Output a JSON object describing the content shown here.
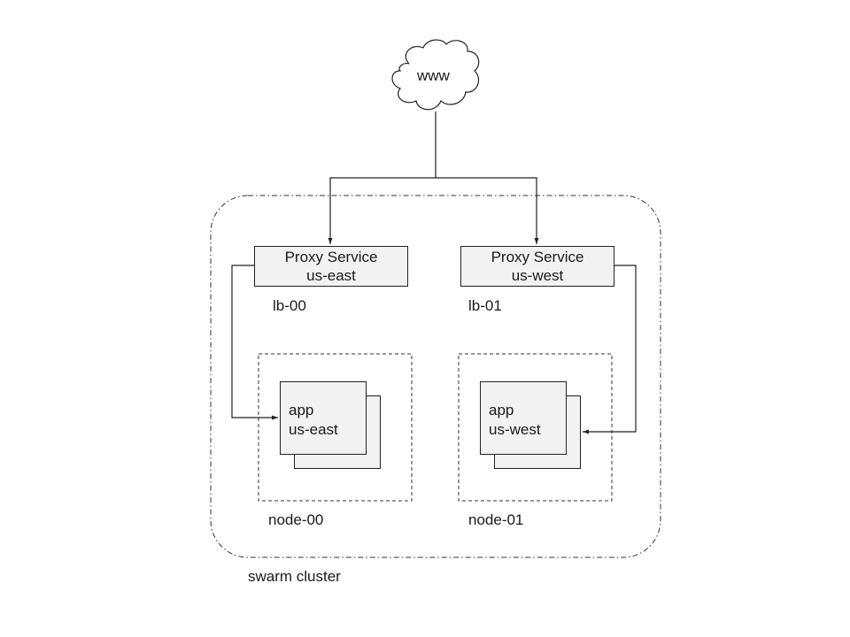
{
  "diagram": {
    "internet": {
      "label": "www",
      "shape": "cloud"
    },
    "cluster": {
      "label": "swarm cluster",
      "border_style": "dash-dot"
    },
    "proxies": [
      {
        "title": "Proxy Service",
        "region": "us-east",
        "host": "lb-00"
      },
      {
        "title": "Proxy Service",
        "region": "us-west",
        "host": "lb-01"
      }
    ],
    "nodes": [
      {
        "label": "node-00",
        "app": {
          "name": "app",
          "region": "us-east"
        }
      },
      {
        "label": "node-01",
        "app": {
          "name": "app",
          "region": "us-west"
        }
      }
    ],
    "edges": [
      {
        "from": "www",
        "to": "Proxy Service us-east"
      },
      {
        "from": "www",
        "to": "Proxy Service us-west"
      },
      {
        "from": "Proxy Service us-east",
        "to": "app us-east"
      },
      {
        "from": "Proxy Service us-west",
        "to": "app us-west"
      }
    ],
    "colors": {
      "box_fill": "#f2f2f2",
      "stroke": "#222222",
      "background": "#ffffff"
    }
  }
}
